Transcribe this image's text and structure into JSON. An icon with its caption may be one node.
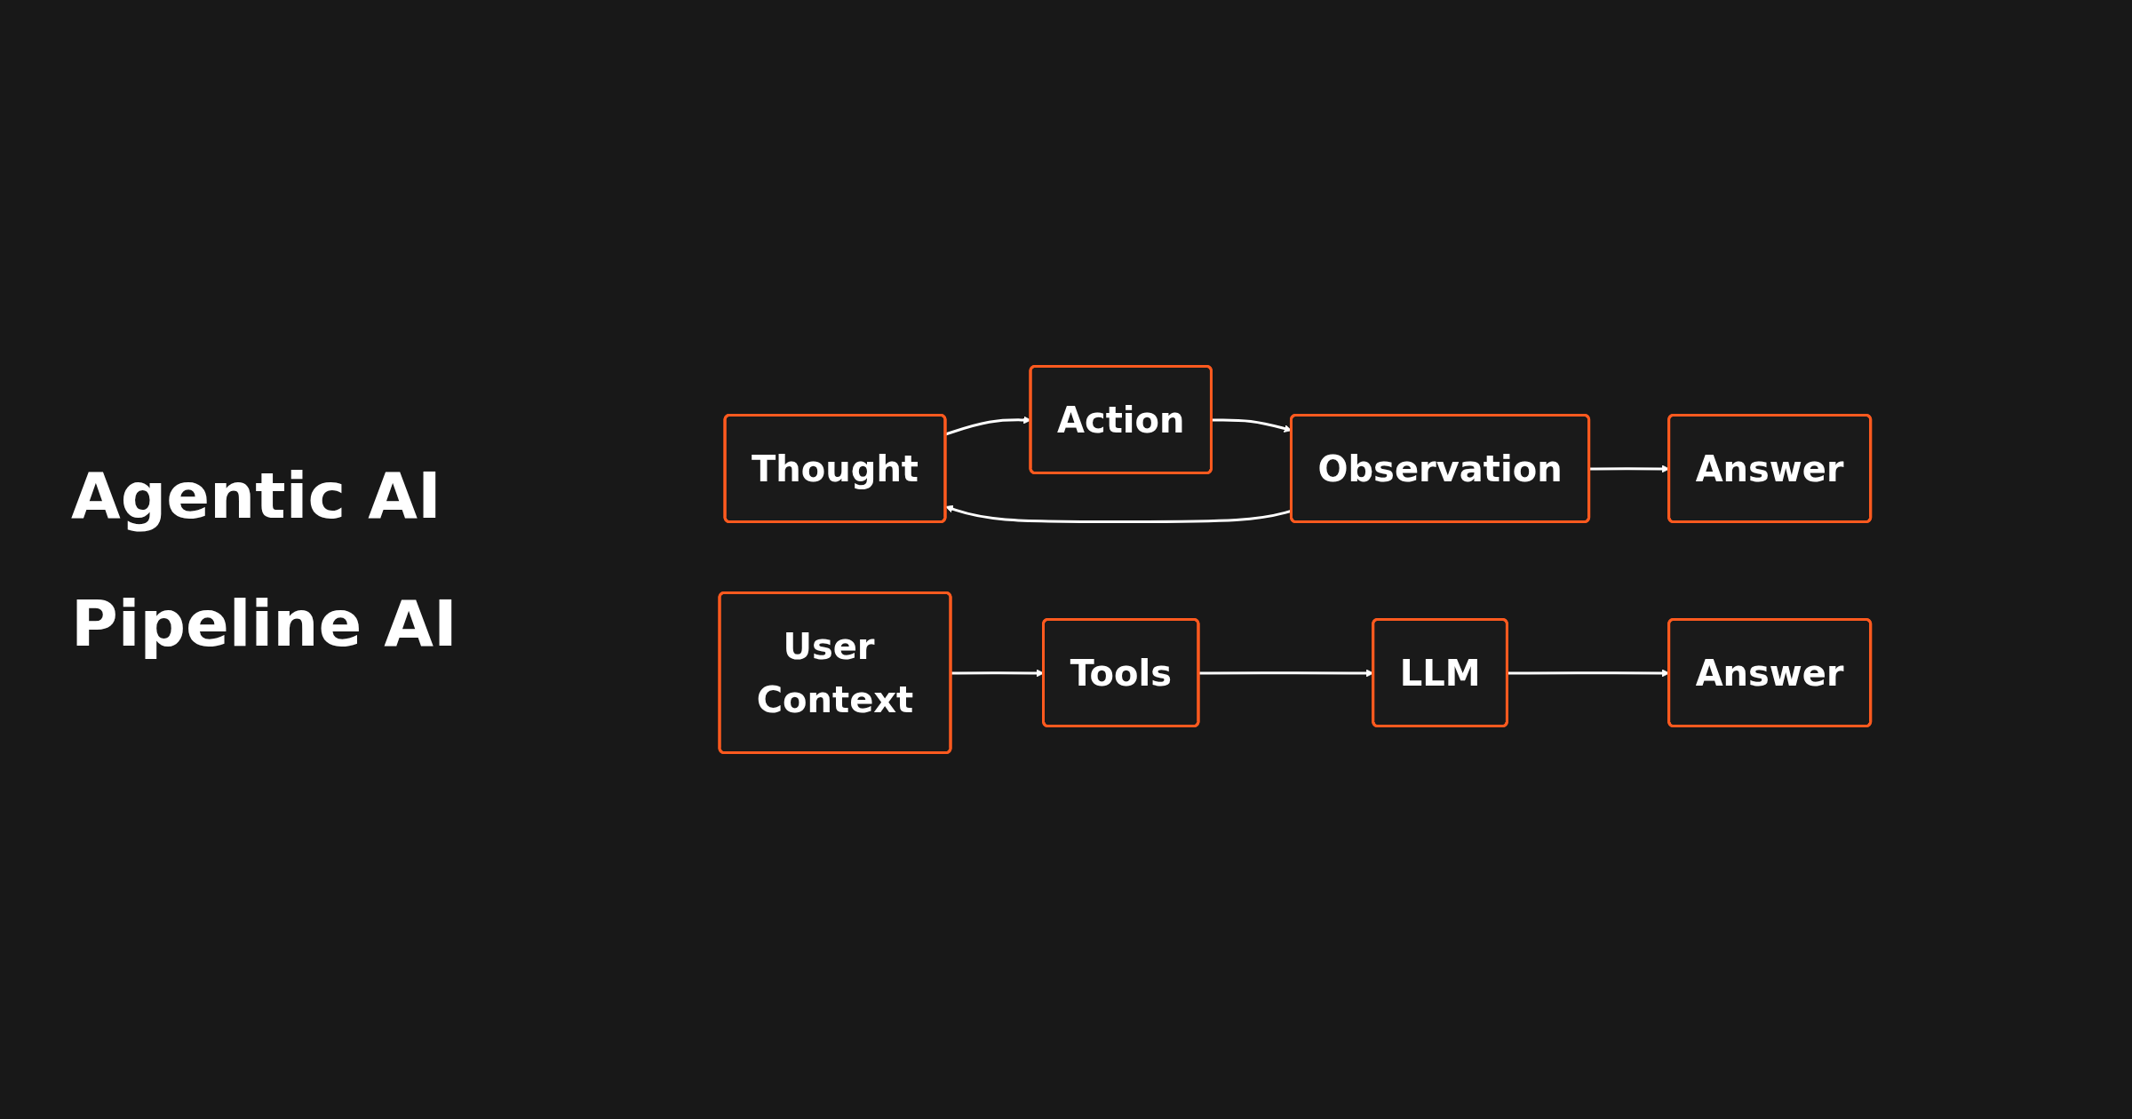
{
  "diagram": {
    "nodes": [
      {
        "text": [
          "Thought"
        ]
      },
      {
        "text": [
          "Action"
        ]
      },
      {
        "text": [
          "Observation"
        ]
      },
      {
        "text": [
          "Answer"
        ]
      },
      {
        "text": [
          "User Context"
        ]
      },
      {
        "text": [
          "Tools"
        ]
      },
      {
        "text": [
          "LLM"
        ]
      },
      {
        "text": [
          "Answer"
        ]
      }
    ],
    "edges": [
      {
        "from": 0,
        "to": 1,
        "arrow": "to"
      },
      {
        "from": 1,
        "to": 2,
        "arrow": "to"
      },
      {
        "from": 2,
        "to": 3,
        "arrow": "to"
      },
      {
        "from": 2,
        "to": 0,
        "arrow": "to"
      },
      {
        "from": 4,
        "to": 5,
        "arrow": "to"
      },
      {
        "from": 5,
        "to": 6,
        "arrow": "to"
      },
      {
        "from": 6,
        "to": 7,
        "arrow": "to"
      }
    ],
    "labels": [
      "Agentic AI",
      "Pipeline AI"
    ]
  }
}
